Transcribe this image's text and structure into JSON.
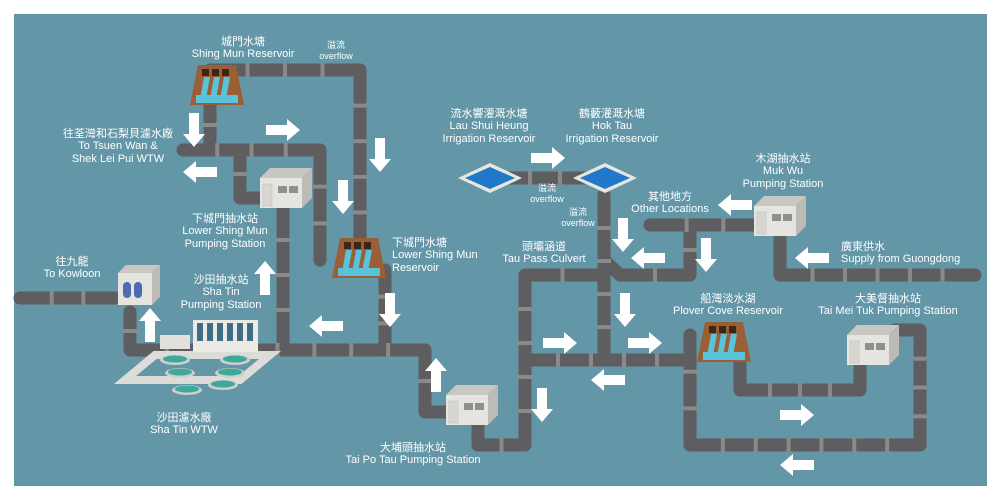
{
  "title": "Water supply network diagram",
  "colors": {
    "background": "#6396a7",
    "pipe": "#5e5e60",
    "pipe_joint": "#8a8a8a",
    "arrow": "#ffffff",
    "dam_wood": "#9a5f34",
    "water": "#5bc3d9",
    "station_body": "#e6e4df",
    "reservoir_blue": "#1f78c8"
  },
  "labels": {
    "shing_mun": {
      "zh": "城門水塘",
      "en": "Shing Mun Reservoir"
    },
    "overflow_top": {
      "zh": "溢流",
      "en": "overflow"
    },
    "tsuen_wan": {
      "zh": "往荃灣和石梨貝濾水廠",
      "en1": "To Tsuen Wan &",
      "en2": "Shek Lei Pui WTW"
    },
    "lower_shing_mun_ps": {
      "zh": "下城門抽水站",
      "en1": "Lower Shing Mun",
      "en2": "Pumping Station"
    },
    "lower_shing_mun_res": {
      "zh": "下城門水塘",
      "en1": "Lower Shing Mun",
      "en2": "Reservoir"
    },
    "kowloon": {
      "zh": "往九龍",
      "en": "To Kowloon"
    },
    "sha_tin_ps": {
      "zh": "沙田抽水站",
      "en1": "Sha Tin",
      "en2": "Pumping Station"
    },
    "sha_tin_wtw": {
      "zh": "沙田濾水廠",
      "en": "Sha Tin WTW"
    },
    "lau_shui_heung": {
      "zh": "流水響灌溉水塘",
      "en1": "Lau Shui Heung",
      "en2": "Irrigation Reservoir"
    },
    "hok_tau": {
      "zh": "鶴藪灌溉水塘",
      "en1": "Hok Tau",
      "en2": "Irrigation Reservoir"
    },
    "overflow_mid1": {
      "zh": "溢流",
      "en": "overflow"
    },
    "overflow_mid2": {
      "zh": "溢流",
      "en": "overflow"
    },
    "other_locations": {
      "zh": "其他地方",
      "en": "Other Locations"
    },
    "muk_wu": {
      "zh": "木湖抽水站",
      "en1": "Muk Wu",
      "en2": "Pumping Station"
    },
    "guangdong": {
      "zh": "廣東供水",
      "en": "Supply from Guongdong"
    },
    "tau_pass": {
      "zh": "頭壩涵道",
      "en": "Tau Pass Culvert"
    },
    "plover_cove": {
      "zh": "船灣淡水湖",
      "en": "Plover Cove Reservoir"
    },
    "tai_mei_tuk": {
      "zh": "大美督抽水站",
      "en": "Tai Mei Tuk Pumping Station"
    },
    "tai_po_tau": {
      "zh": "大埔頭抽水站",
      "en": "Tai Po Tau Pumping Station"
    }
  },
  "icons": {
    "dams": [
      "shing-mun-dam-icon",
      "lower-shing-mun-dam-icon",
      "plover-cove-dam-icon"
    ],
    "stations": [
      "lower-shing-mun-pumping-station-icon",
      "muk-wu-pumping-station-icon",
      "tai-mei-tuk-pumping-station-icon",
      "tai-po-tau-pumping-station-icon",
      "sha-tin-pumping-station-icon"
    ],
    "reservoirs": [
      "lau-shui-heung-reservoir-icon",
      "hok-tau-reservoir-icon"
    ],
    "plant": "sha-tin-wtw-icon",
    "flow_arrow": "flow-arrow-icon"
  }
}
